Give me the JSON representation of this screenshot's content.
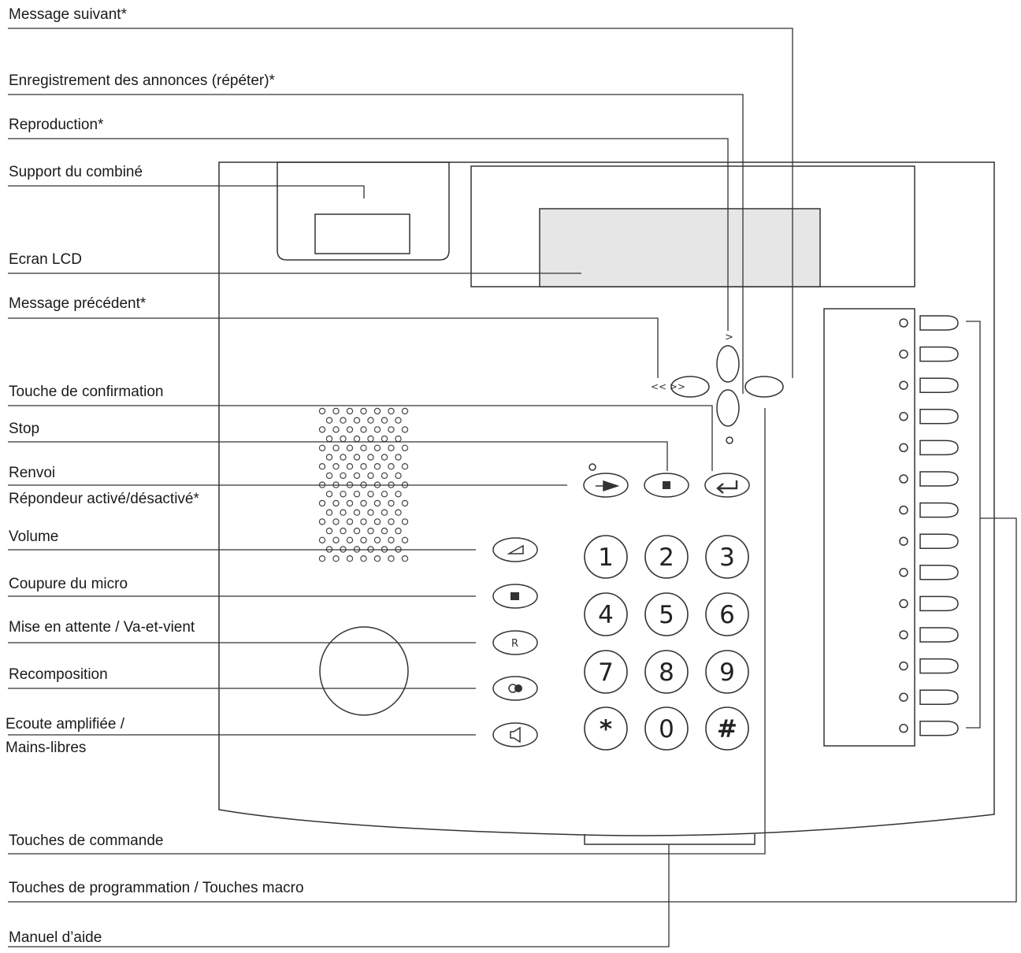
{
  "labels": {
    "message_suivant": "Message suivant*",
    "enregistrement": "Enregistrement des annonces (répéter)*",
    "reproduction": "Reproduction*",
    "support_combine": "Support du combiné",
    "ecran_lcd": "Ecran LCD",
    "message_precedent": "Message précédent*",
    "touche_confirmation": "Touche de confirmation",
    "stop": "Stop",
    "renvoi": "Renvoi",
    "repondeur": "Répondeur activé/désactivé*",
    "volume": "Volume",
    "coupure_micro": "Coupure du micro",
    "mise_en_attente": "Mise en attente / Va-et-vient",
    "recomposition": "Recomposition",
    "ecoute_amplifiee": "Ecoute amplifiée /",
    "mains_libres": "Mains-libres",
    "touches_commande": "Touches de commande",
    "touches_programmation": "Touches de programmation / Touches macro",
    "manuel_aide": "Manuel d’aide"
  },
  "keypad": [
    "1",
    "2",
    "3",
    "4",
    "5",
    "6",
    "7",
    "8",
    "9",
    "*",
    "0",
    "#"
  ],
  "nav_marks": {
    "up": ">",
    "left": "<< >>"
  },
  "hold_key": "R",
  "colors": {
    "line": "#333333",
    "lcd": "#e6e6e6"
  }
}
